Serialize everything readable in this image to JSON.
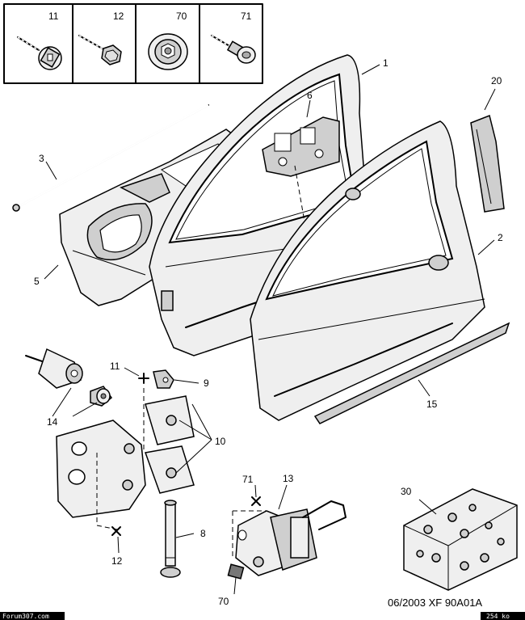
{
  "legend_boxes": [
    {
      "ref": "11",
      "icon": "flange-bolt-icon"
    },
    {
      "ref": "12",
      "icon": "hex-bolt-icon"
    },
    {
      "ref": "70",
      "icon": "nut-cage-icon"
    },
    {
      "ref": "71",
      "icon": "shoulder-screw-icon"
    }
  ],
  "callouts": {
    "c1": "1",
    "c2": "2",
    "c3": "3",
    "c5": "5",
    "c6": "6",
    "c8": "8",
    "c9": "9",
    "c10": "10",
    "c11": "11",
    "c12": "12",
    "c13": "13",
    "c14": "14",
    "c15": "15",
    "c20": "20",
    "c30": "30",
    "c70": "70",
    "c71": "71"
  },
  "footer": {
    "date_ref": "06/2003  XF 90A01A",
    "watermark": "Forum307.com",
    "filesize": "254 ko"
  }
}
